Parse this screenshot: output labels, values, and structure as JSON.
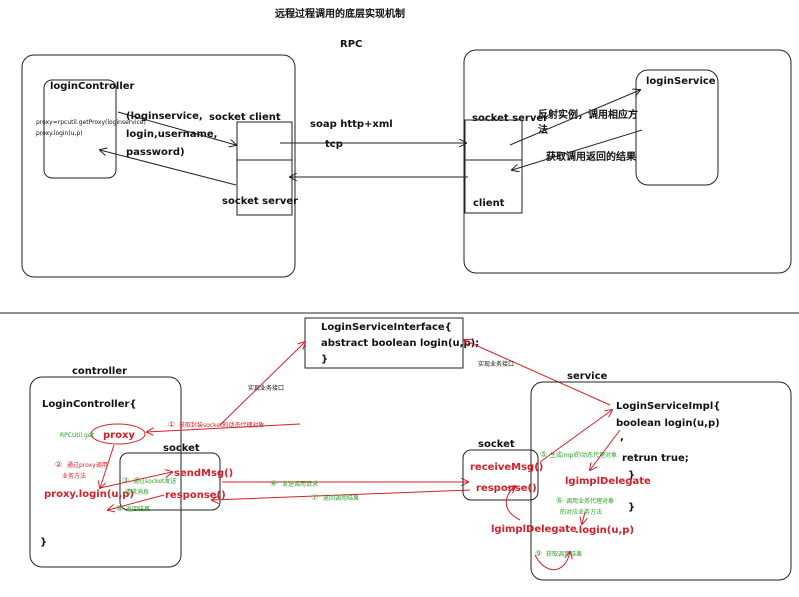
{
  "top": {
    "title": "远程过程调用的底层实现机制",
    "rpc_label": "RPC",
    "login_controller": "loginController",
    "proxy_code_1": "proxy=rpcutil.getProxy(loginservice)",
    "proxy_code_2": "proxy.login(u,p)",
    "args_1": "(loginservice,",
    "args_2": "login,username,",
    "args_3": "password)",
    "socket_client": "socket client",
    "socket_server_left": "socket server",
    "soap_label": "soap  http+xml",
    "tcp_label": "tcp",
    "socket_server_right": "socket server",
    "client_label": "client",
    "reflection_1": "反射实例，调用相应方",
    "reflection_2": "法",
    "get_result": "获取调用返回的结果",
    "login_service": "loginService"
  },
  "bottom": {
    "interface_title": "LoginServiceInterface{",
    "interface_method": "abstract boolean login(u,p);",
    "interface_close": "}",
    "impl_business_left": "实现业务接口",
    "impl_business_right": "实现业务接口",
    "controller_label": "controller",
    "login_controller_title": "LoginController{",
    "rpcutil_get": "RPCUtil.get",
    "proxy": "proxy",
    "step1": "①",
    "step1_text": "获取封装socket的动态代理对象",
    "step2": "②",
    "step2_text": "通过proxy调用",
    "step2_text_b": "业务方法",
    "proxy_login": "proxy.login(u,p)",
    "left_close": "}",
    "socket_left": "socket",
    "step3": "③",
    "step3_text": "通过socket发送",
    "step3_text_b": "请求消息",
    "send_msg": "sendMsg()",
    "response_left": "response()",
    "step8": "⑧",
    "step8_text": "返回结果",
    "step4": "④",
    "step4_text": "发送调用请求",
    "step7": "⑦",
    "step7_text": "返回调用结果",
    "service_label": "service",
    "impl_title": "LoginServiceImpl{",
    "impl_method": "boolean login(u,p)",
    "impl_comma": ",",
    "return_true": "retrun true;",
    "impl_close": "}",
    "socket_right": "socket",
    "receive_msg": "receiveMsg()",
    "response_right": "response()",
    "step5": "⑤",
    "step5_text": "生成impl的动态代理对象",
    "delegate_1": "lgimplDelegate",
    "delegate_2": "lgimplDelegate",
    "step6": "⑥",
    "step6_text": "调用业务代理对象",
    "step6_text_b": "的对应业务方法",
    "login_call": ".login(u,p)",
    "step9": "⑨",
    "step9_text": "获取调用结果",
    "brace_close": "}"
  }
}
